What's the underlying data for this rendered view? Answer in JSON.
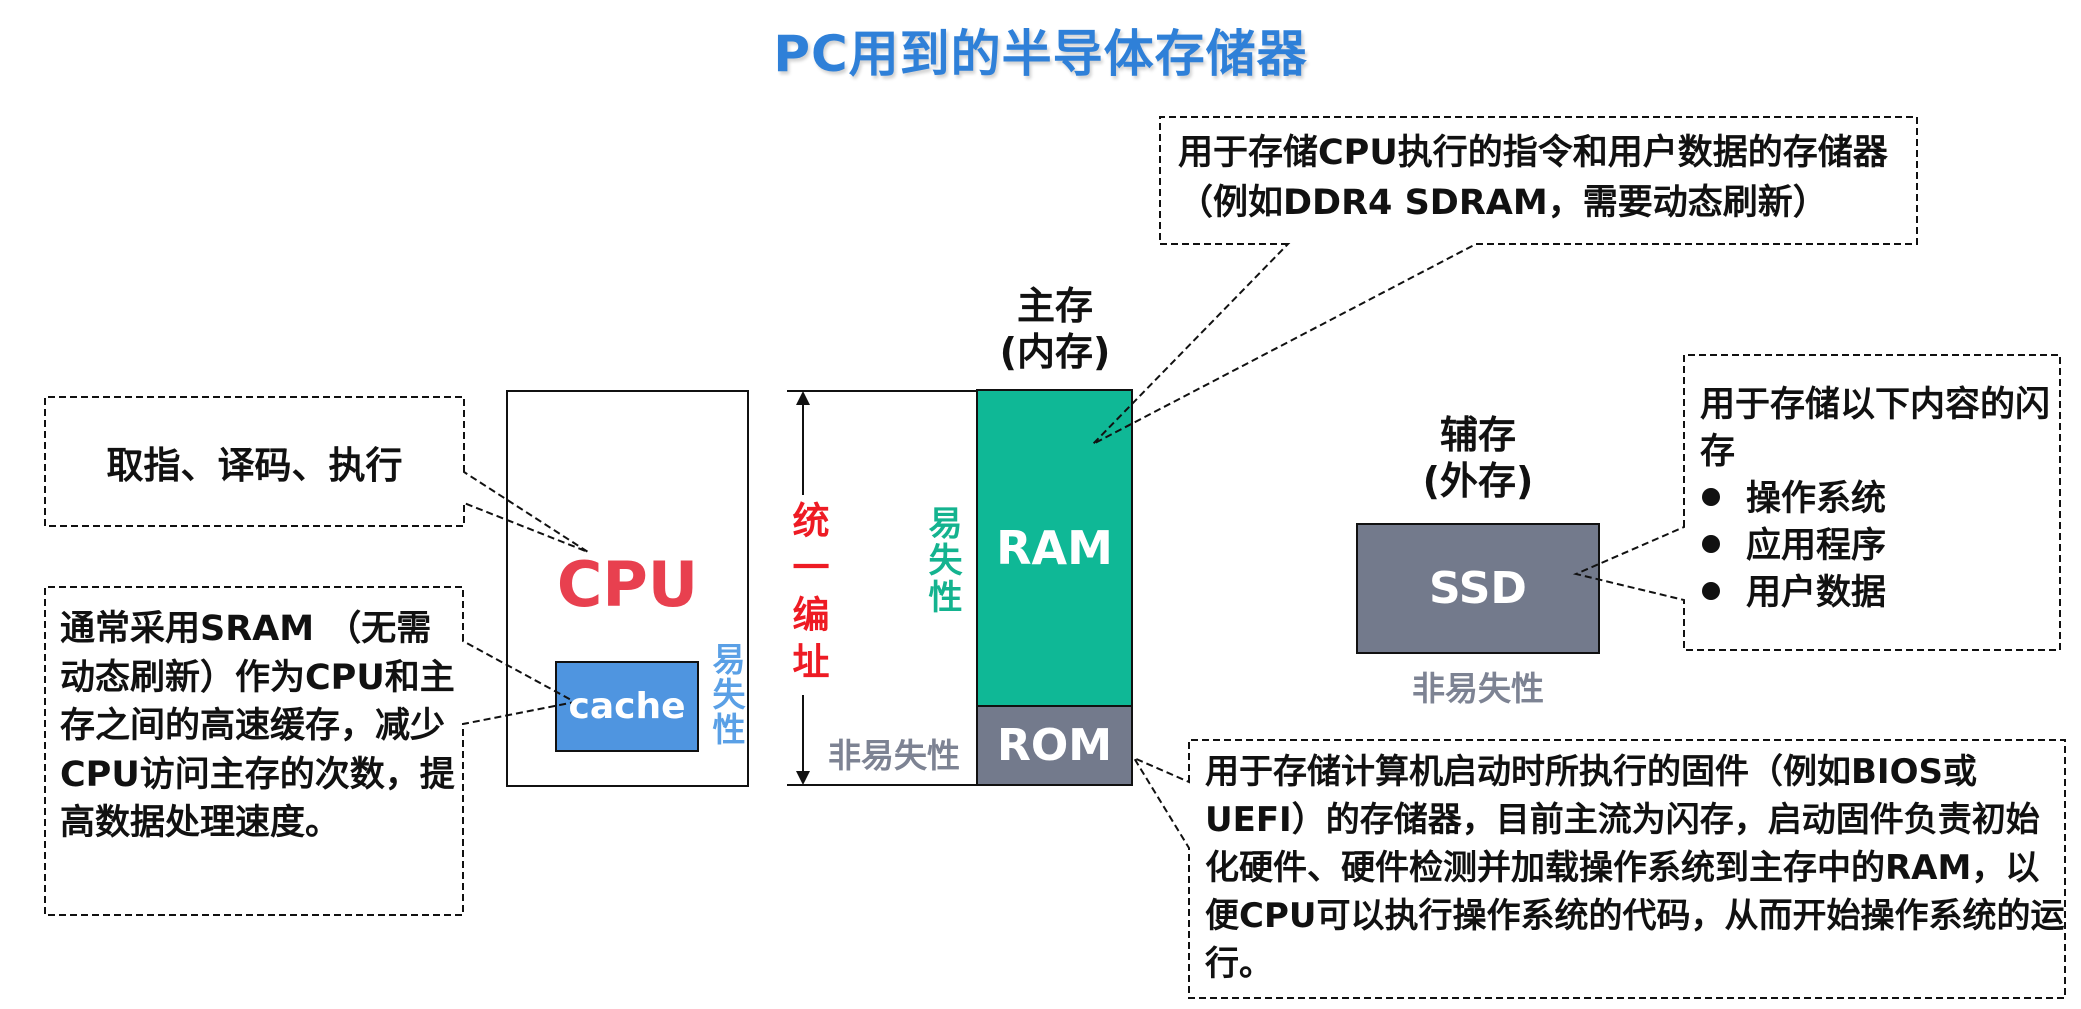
{
  "title": "PC用到的半导体存储器",
  "colors": {
    "title": "#2f80d8",
    "cpu_text": "#e8404f",
    "cache_fill": "#4f95e0",
    "ram_fill": "#0fb896",
    "rom_fill": "#737a8c",
    "ssd_fill": "#737a8c",
    "unified_address": "#ee1b24",
    "volatile_green": "#14b38f",
    "volatile_blue": "#5aa0e6",
    "nonvolatile_gray": "#7d8393"
  },
  "cpu": {
    "label": "CPU",
    "cache_label": "cache",
    "cache_property": "易失性"
  },
  "main_memory": {
    "heading_line1": "主存",
    "heading_line2": "(内存)",
    "unified_address_label": "统一编址",
    "ram_label": "RAM",
    "ram_property": "易失性",
    "rom_label": "ROM",
    "rom_property": "非易失性"
  },
  "aux_memory": {
    "heading_line1": "辅存",
    "heading_line2": "(外存)",
    "ssd_label": "SSD",
    "ssd_property": "非易失性"
  },
  "callouts": {
    "cpu_function": "取指、译码、执行",
    "cache_desc": "通常采用SRAM （无需动态刷新）作为CPU和主存之间的高速缓存，减少CPU访问主存的次数，提高数据处理速度。",
    "ram_desc": "用于存储CPU执行的指令和用户数据的存储器（例如DDR4 SDRAM，需要动态刷新）",
    "ssd_desc_intro": "用于存储以下内容的闪存",
    "ssd_desc_items": [
      "操作系统",
      "应用程序",
      "用户数据"
    ],
    "rom_desc": "用于存储计算机启动时所执行的固件（例如BIOS或UEFI）的存储器，目前主流为闪存，启动固件负责初始化硬件、硬件检测并加载操作系统到主存中的RAM，以便CPU可以执行操作系统的代码，从而开始操作系统的运行。"
  }
}
